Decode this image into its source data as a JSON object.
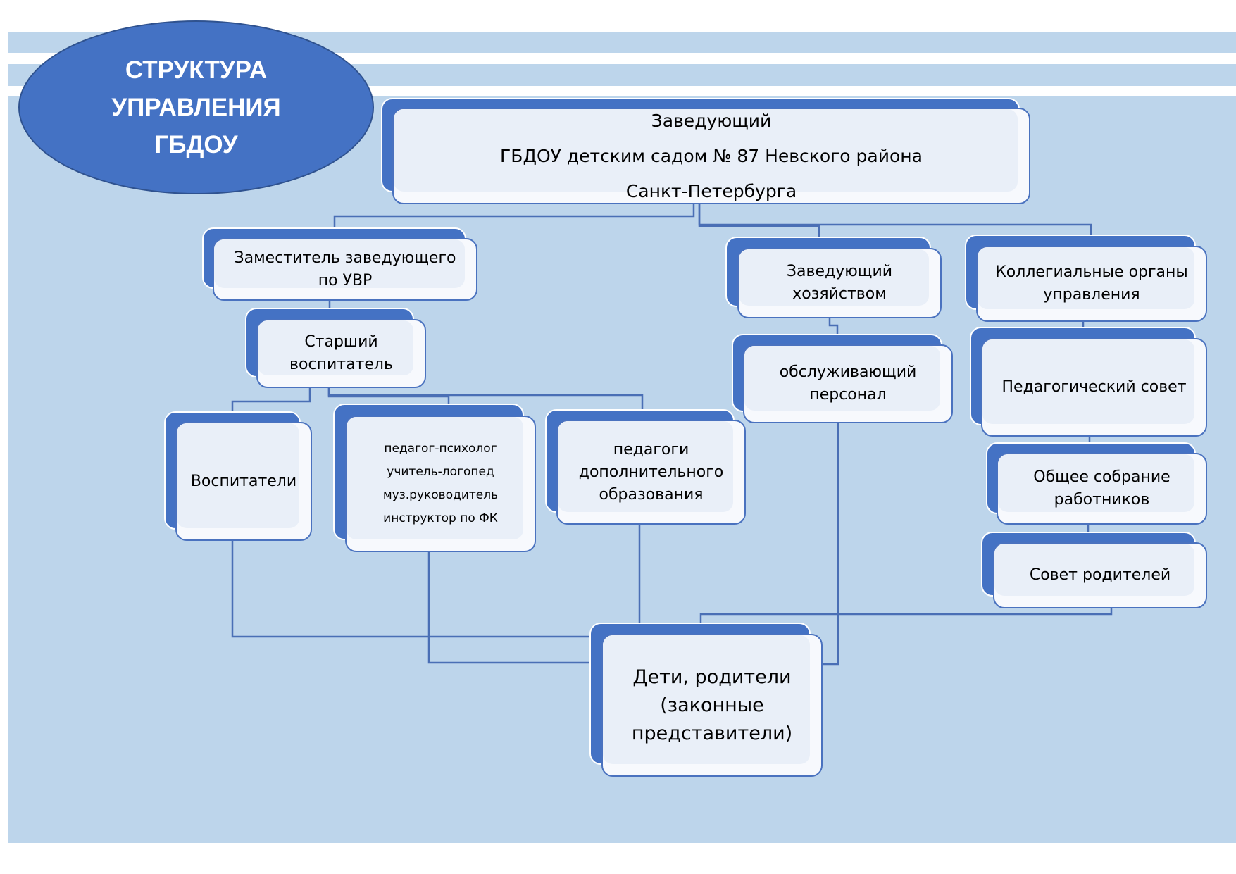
{
  "title": {
    "lines": [
      "СТРУКТУРА",
      "УПРАВЛЕНИЯ",
      "ГБДОУ"
    ]
  },
  "nodes": {
    "head": {
      "lines": [
        "Заведующий",
        "ГБДОУ детским садом № 87 Невского района",
        "Санкт-Петербурга"
      ]
    },
    "deputy_uvr": {
      "lines": [
        "Заместитель заведующего",
        "по УВР"
      ]
    },
    "senior_educator": {
      "lines": [
        "Старший",
        "воспитатель"
      ]
    },
    "educators": {
      "lines": [
        "Воспитатели"
      ]
    },
    "specialists": {
      "lines": [
        "педагог-психолог",
        "учитель-логопед",
        "муз.руководитель",
        "инструктор по ФК"
      ]
    },
    "additional_ed": {
      "lines": [
        "педагоги",
        "дополнительного",
        "образования"
      ]
    },
    "housekeeping_head": {
      "lines": [
        "Заведующий",
        "хозяйством"
      ]
    },
    "service_staff": {
      "lines": [
        "обслуживающий",
        "персонал"
      ]
    },
    "collegial_bodies": {
      "lines": [
        "Коллегиальные органы",
        "управления"
      ]
    },
    "ped_council": {
      "lines": [
        "Педагогический совет"
      ]
    },
    "general_meeting": {
      "lines": [
        "Общее собрание",
        "работников"
      ]
    },
    "parents_council": {
      "lines": [
        "Совет родителей"
      ]
    },
    "children_parents": {
      "lines": [
        "Дети, родители",
        "(законные",
        "представители)"
      ]
    }
  },
  "colors": {
    "background_band": "#bdd5eb",
    "accent": "#4472c4",
    "connector": "#4a6fb5",
    "box_fill": "#e9eff8"
  }
}
